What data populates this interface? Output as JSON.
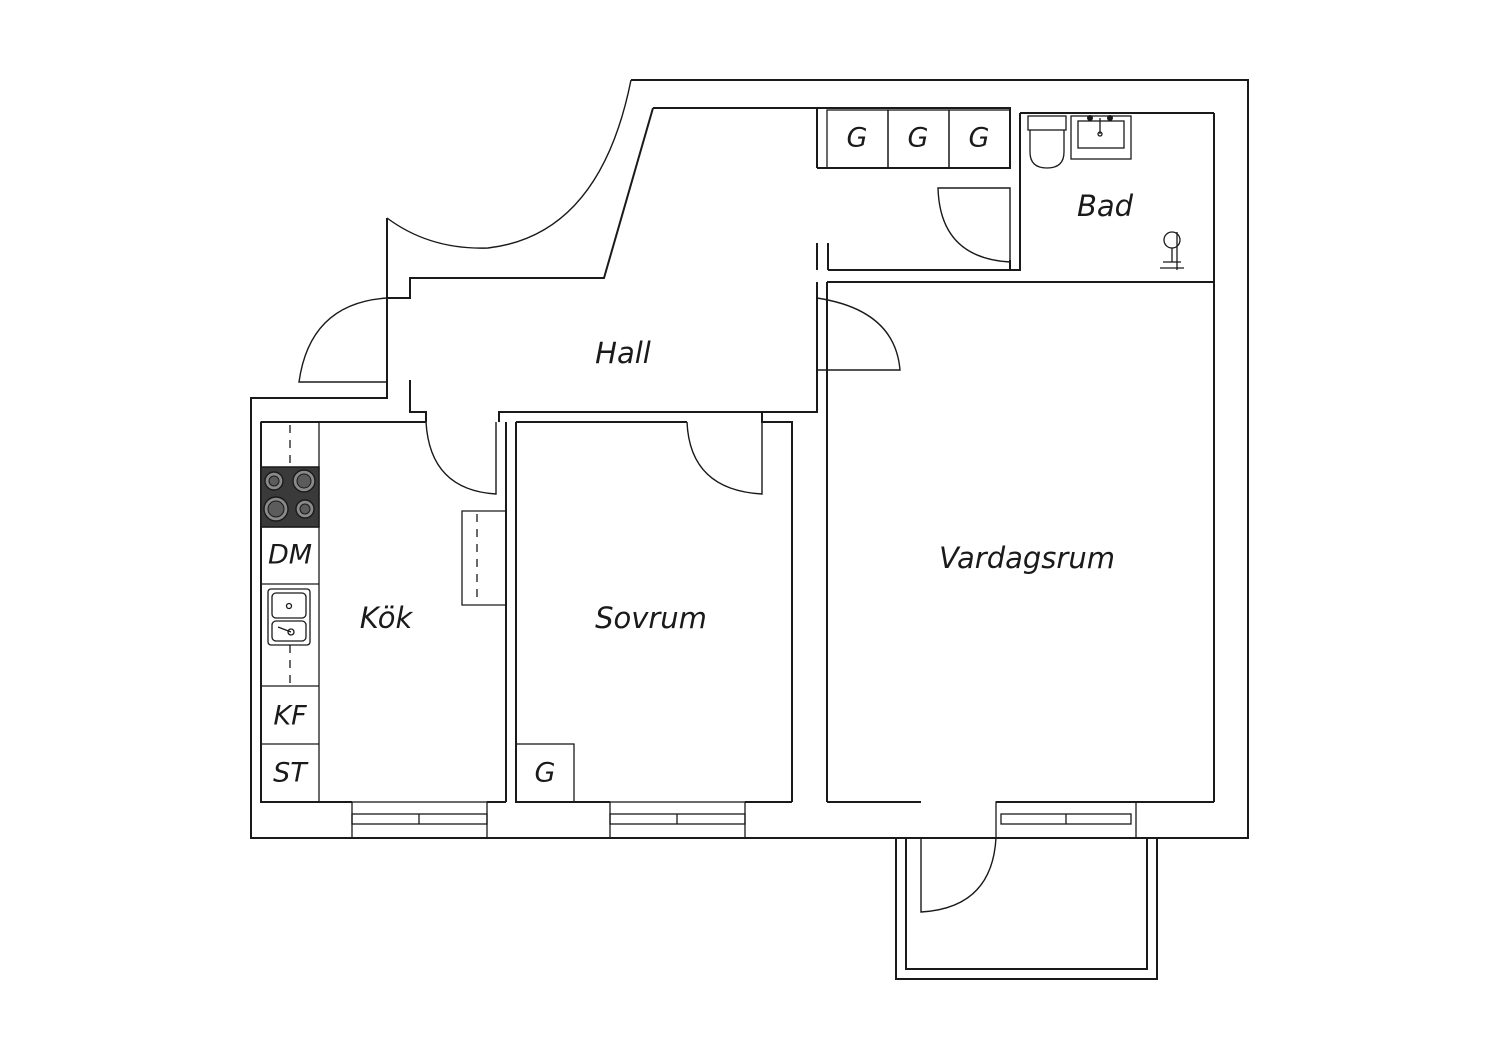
{
  "rooms": {
    "hall": "Hall",
    "kitchen": "Kök",
    "bedroom": "Sovrum",
    "living_room": "Vardagsrum",
    "bathroom": "Bad"
  },
  "fixtures": {
    "hall_wardrobes": [
      "G",
      "G",
      "G"
    ],
    "bedroom_wardrobe": "G",
    "dishwasher": "DM",
    "fridge_freezer": "KF",
    "storage_cabinet": "ST"
  }
}
